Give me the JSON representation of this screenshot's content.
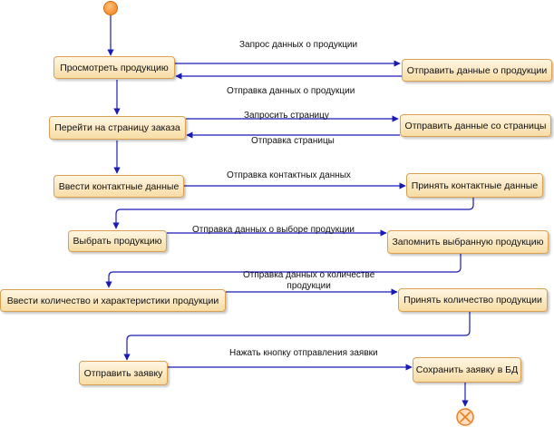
{
  "nodes": {
    "n1": "Просмотреть продукцию",
    "n2": "Отправить данные о продукции",
    "n3": "Перейти на страницу заказа",
    "n4": "Отправить данные со страницы",
    "n5": "Ввести контактные данные",
    "n6": "Принять контактные данные",
    "n7": "Выбрать продукцию",
    "n8": "Запомнить выбранную продукцию",
    "n9": "Ввести количество и характеристики продукции",
    "n10": "Принять количество продукции",
    "n11": "Отправить заявку",
    "n12": "Сохранить заявку в БД"
  },
  "edges": {
    "e1": "Запрос данных о продукции",
    "e2": "Отправка данных о продукции",
    "e3": "Запросить страницу",
    "e4": "Отправка страницы",
    "e5": "Отправка контактных данных",
    "e6": "Отправка данных о выборе продукции",
    "e7_line1": "Отправка данных о количестве",
    "e7_line2": "продукции",
    "e8": "Нажать кнопку отправления заявки"
  },
  "colors": {
    "node_border": "#d9a050",
    "node_fill": "#f7dca4",
    "arrow": "#1a1ab8",
    "start": "#ef7d17",
    "end": "#ef7d17"
  }
}
